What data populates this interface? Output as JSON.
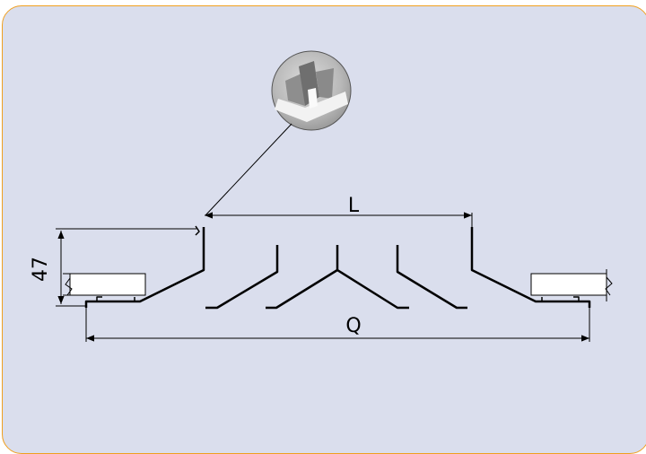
{
  "diagram": {
    "dimensions": {
      "width_label": "L",
      "overall_label": "Q",
      "height_label": "47"
    },
    "colors": {
      "background": "#dadeed",
      "border": "#f0a020",
      "line": "#000000",
      "panel_fill": "#ffffff"
    },
    "detail_callout": {
      "icon": "clip-detail-photo"
    }
  }
}
